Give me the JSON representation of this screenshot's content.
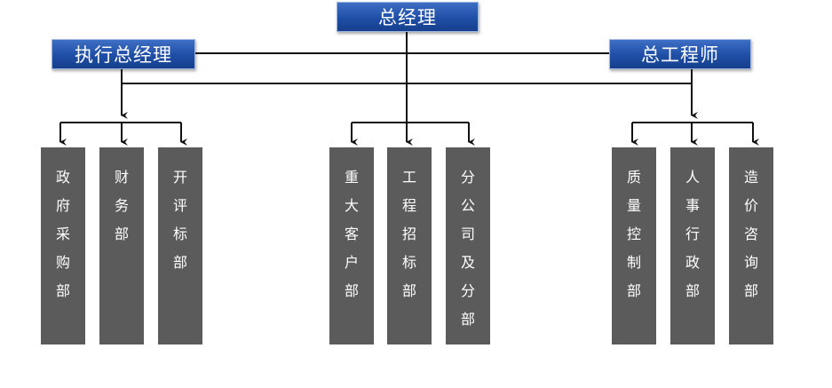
{
  "gm": "总经理",
  "egm": "执行总经理",
  "ce": "总工程师",
  "depts": [
    {
      "chars": [
        "政",
        "府",
        "采",
        "购",
        "部"
      ]
    },
    {
      "chars": [
        "财",
        "务",
        "部"
      ]
    },
    {
      "chars": [
        "开",
        "评",
        "标",
        "部"
      ]
    },
    {
      "chars": [
        "重",
        "大",
        "客",
        "户",
        "部"
      ]
    },
    {
      "chars": [
        "工",
        "程",
        "招",
        "标",
        "部"
      ]
    },
    {
      "chars": [
        "分",
        "公",
        "司",
        "及",
        "分",
        "部"
      ]
    },
    {
      "chars": [
        "质",
        "量",
        "控",
        "制",
        "部"
      ]
    },
    {
      "chars": [
        "人",
        "事",
        "行",
        "政",
        "部"
      ]
    },
    {
      "chars": [
        "造",
        "价",
        "咨",
        "询",
        "部"
      ]
    }
  ],
  "colors": {
    "box_blue": "#1f4ea6",
    "dept_gray": "#5b5b5b",
    "line": "#111111"
  }
}
